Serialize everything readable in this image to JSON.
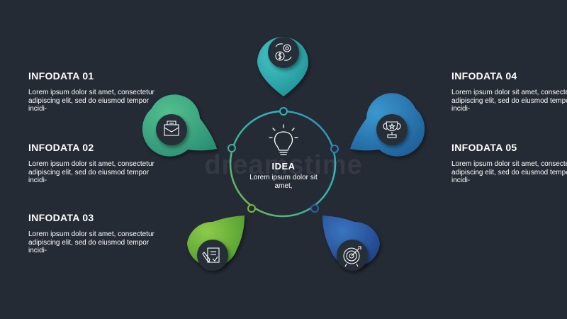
{
  "center": {
    "title": "IDEA",
    "text": "Lorem ipsum dolor sit amet,",
    "icon": "lightbulb-icon"
  },
  "items": [
    {
      "title": "INFODATA 01",
      "text": "Lorem ipsum dolor sit amet, consectetur adipiscing elit, sed do eiusmod tempor incidi-",
      "icon": "envelope-icon",
      "color": "#3fb09a"
    },
    {
      "title": "INFODATA 02",
      "text": "Lorem ipsum dolor sit amet, consectetur adipiscing elit, sed do eiusmod tempor incidi-",
      "icon": "dollar-gear-icon",
      "color": "#2fb3bb"
    },
    {
      "title": "INFODATA 03",
      "text": "Lorem ipsum dolor sit amet, consectetur adipiscing elit, sed do eiusmod tempor incidi-",
      "icon": "document-pen-icon",
      "color": "#7bbd3e"
    },
    {
      "title": "INFODATA 04",
      "text": "Lorem ipsum dolor sit amet, consectetur adipiscing elit, sed do eiusmod tempor incidi-",
      "icon": "trophy-icon",
      "color": "#2f7fb8"
    },
    {
      "title": "INFODATA 05",
      "text": "Lorem ipsum dolor sit amet, consectetur adipiscing elit, sed do eiusmod tempor incidi-",
      "icon": "target-icon",
      "color": "#2a5ea8"
    }
  ],
  "watermark": "dreamstime",
  "colors": {
    "background": "#252b35",
    "inner_disc": "#272d37",
    "ring_green": "#7bbd3e",
    "ring_teal": "#3fb09a",
    "ring_cyan": "#2fb3bb",
    "ring_blue": "#2f7fb8",
    "ring_navy": "#2a5ea8"
  }
}
